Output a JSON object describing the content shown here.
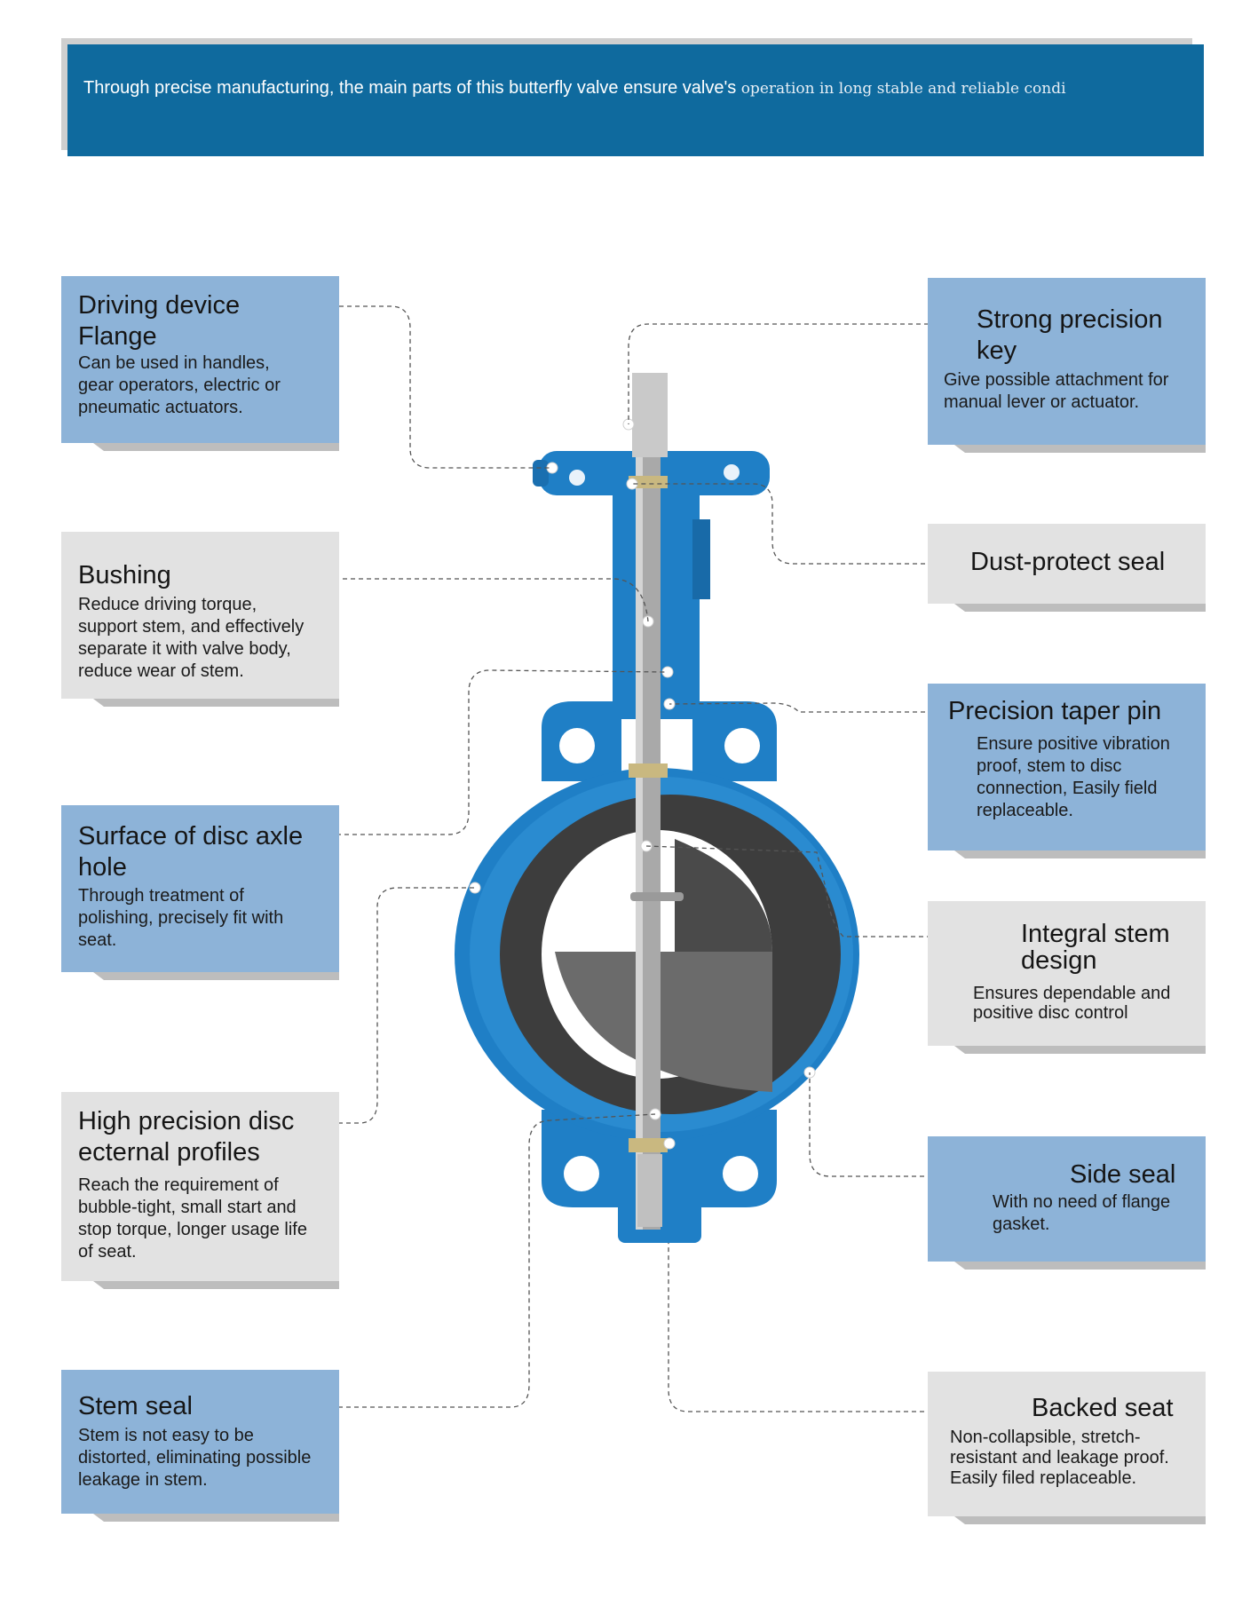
{
  "banner": {
    "text_main": "Through precise manufacturing, the main parts of this butterfly valve ensure valve's",
    "text_tail": " operation in long stable and reliable condi"
  },
  "callouts": {
    "driving_device_flange": {
      "title": "Driving device\nFlange",
      "desc": "Can be used in handles,\ngear operators, electric or\npneumatic actuators."
    },
    "bushing": {
      "title": "Bushing",
      "desc": "Reduce driving torque,\nsupport stem, and effectively\nseparate it with valve body,\nreduce wear of stem."
    },
    "surface_disc_axle_hole": {
      "title": "Surface of disc axle\nhole",
      "desc": "Through treatment of\npolishing, precisely fit with\nseat."
    },
    "high_precision_disc": {
      "title": "High precision disc\necternal profiles",
      "desc": "Reach the requirement of\nbubble-tight, small start and\nstop torque, longer usage life\nof seat."
    },
    "stem_seal": {
      "title": "Stem seal",
      "desc": "Stem is not easy to be\ndistorted, eliminating possible\nleakage in stem."
    },
    "strong_precision_key": {
      "title": "Strong precision\nkey",
      "desc": "Give possible attachment for\nmanual lever or actuator."
    },
    "dust_protect_seal": {
      "title": "Dust-protect seal"
    },
    "precision_taper_pin": {
      "title": "Precision taper pin",
      "desc": "Ensure positive vibration\nproof, stem to disc\nconnection, Easily field\nreplaceable."
    },
    "integral_stem_design": {
      "title": "Integral stem\ndesign",
      "desc": "Ensures dependable and\npositive disc control"
    },
    "side_seal": {
      "title": "Side seal",
      "desc": "With no need of flange\ngasket."
    },
    "backed_seat": {
      "title": "Backed seat",
      "desc": "Non-collapsible, stretch-\nresistant and leakage proof.\nEasily filed replaceable."
    }
  },
  "colors": {
    "banner": "#0f6a9e",
    "card_blue": "#8db3d8",
    "card_grey": "#e2e2e2",
    "valve_body": "#1f7fc6",
    "seat": "#3d3d3d",
    "disc": "#6b6b6b",
    "stem": "#a9a9a9"
  }
}
